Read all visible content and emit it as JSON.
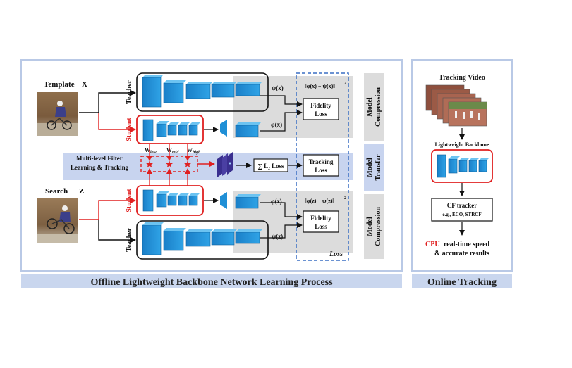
{
  "left_panel": {
    "template_label": "Template",
    "template_var": "X",
    "search_label": "Search",
    "search_var": "Z",
    "teacher_label": "Teacher",
    "student_label": "Student",
    "multilevel_line1": "Multi-level Filter",
    "multilevel_line2": "Learning & Tracking",
    "w_low": "W",
    "w_low_sub": "low",
    "w_mid": "W",
    "w_mid_sub": "mid",
    "w_high": "W",
    "w_high_sub": "high",
    "phi_x_teacher": "ψ(x)",
    "phi_x_student": "φ(x)",
    "phi_z_student": "φ(z)",
    "phi_z_teacher": "ψ(z)",
    "loss_formula_top": "‖φ(x) − ψ(x)‖",
    "loss_formula_bottom": "‖φ(z) − ψ(z)‖",
    "loss_sq": "2",
    "fidelity_loss_1": "Fidelity",
    "fidelity_loss_2": "Loss",
    "tracking_loss_1": "Tracking",
    "tracking_loss_2": "Loss",
    "l2_loss": "∑ L₂ Loss",
    "loss_region_label": "Loss",
    "side_model_compression_1": "Model",
    "side_model_compression_2": "Compression",
    "side_model_transfer_1": "Model",
    "side_model_transfer_2": "Transfer",
    "banner": "Offline Lightweight Backbone Network Learning Process"
  },
  "right_panel": {
    "tracking_video": "Tracking Video",
    "lightweight_backbone": "Lightweight Backbone",
    "cf_tracker": "CF tracker",
    "cf_examples": "e.g.,  ECO, STRCF",
    "cpu": "CPU",
    "result_line1": "real-time speed",
    "result_line2": "& accurate results",
    "banner": "Online Tracking"
  },
  "colors": {
    "panel_border": "#b9c9e6",
    "banner_bg": "#c9d6ee",
    "gray_region": "#dcdcdc",
    "blue_band": "#c8d4ef",
    "red": "#e02020",
    "block_blue": "#1f8fd6",
    "block_light": "#4fb3ec",
    "dashed_blue": "#3a6fc4"
  }
}
